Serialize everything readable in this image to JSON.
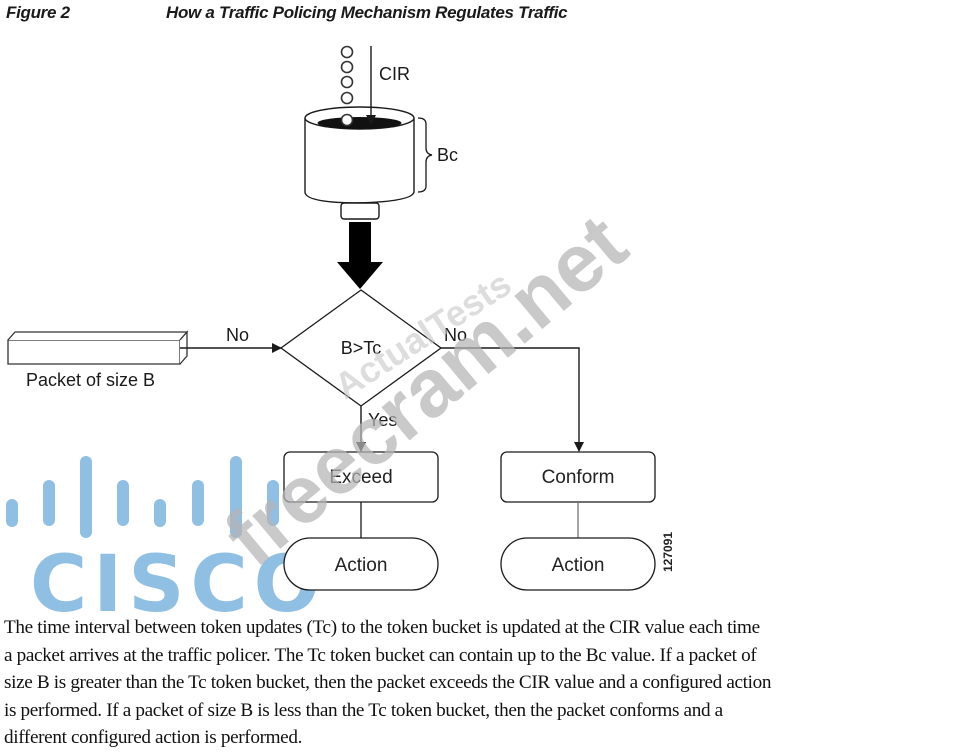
{
  "figure": {
    "label": "Figure 2",
    "title": "How a Traffic Policing Mechanism Regulates Traffic",
    "id_number": "127091"
  },
  "bucket": {
    "rate_label": "CIR",
    "depth_label": "Bc",
    "token_count": 5
  },
  "input": {
    "packet_label": "Packet of size B",
    "edge_label": "No"
  },
  "decision": {
    "condition": "B>Tc",
    "yes_label": "Yes",
    "no_label": "No"
  },
  "outcomes": {
    "exceed": {
      "label": "Exceed",
      "action_label": "Action"
    },
    "conform": {
      "label": "Conform",
      "action_label": "Action"
    }
  },
  "watermarks": {
    "primary": "freecram.net",
    "secondary": "ActualTests",
    "logo_text": "CISCO"
  },
  "colors": {
    "logo_blue": "#7db4e0",
    "watermark_gray": "#b5b5b5",
    "line": "#1a1a1a"
  },
  "caption": {
    "lines": [
      "The time interval between token updates (Tc) to the token bucket is updated at the CIR value each time",
      "a packet arrives at the traffic policer. The Tc token bucket can contain up to the Bc value. If a packet of",
      "size B is greater than the Tc token bucket, then the packet exceeds the CIR value and a configured action",
      "is performed. If a packet of size B is less than the Tc token bucket, then the packet conforms and a",
      "different configured action is performed."
    ]
  }
}
